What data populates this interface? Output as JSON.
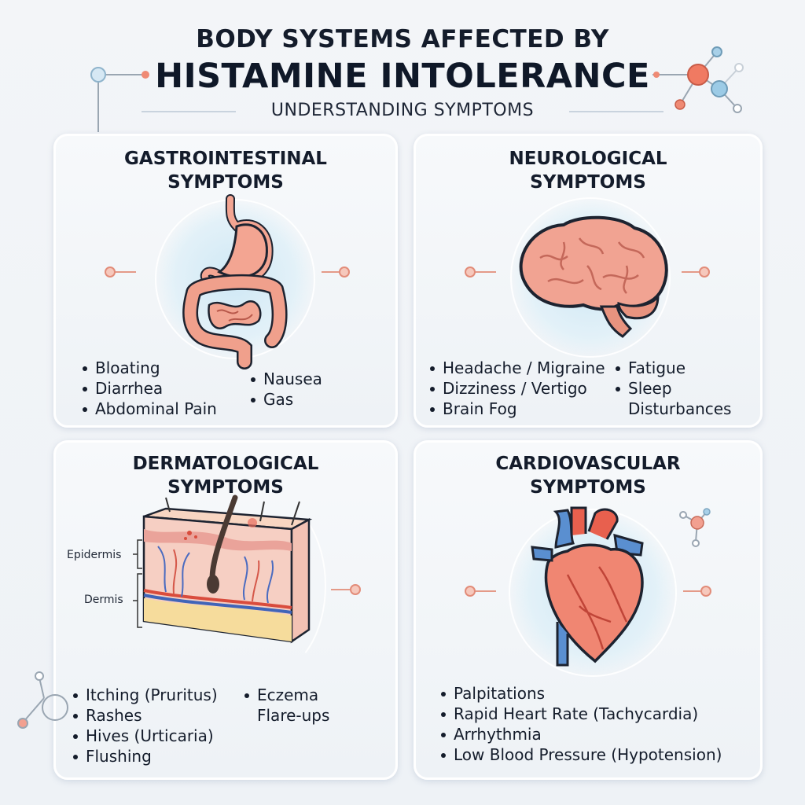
{
  "header": {
    "title_line1": "BODY SYSTEMS AFFECTED BY",
    "title_line2": "HISTAMINE INTOLERANCE",
    "subtitle": "UNDERSTANDING SYMPTOMS"
  },
  "cards": [
    {
      "title_line1": "GASTROINTESTINAL",
      "title_line2": "SYMPTOMS",
      "illustration": "stomach-intestines-icon",
      "symptoms_col1": [
        "Bloating",
        "Diarrhea",
        "Abdominal Pain"
      ],
      "symptoms_col2": [
        "Nausea",
        "Gas"
      ]
    },
    {
      "title_line1": "NEUROLOGICAL",
      "title_line2": "SYMPTOMS",
      "illustration": "brain-icon",
      "symptoms_col1": [
        "Headache / Migraine",
        "Dizziness / Vertigo",
        "Brain Fog"
      ],
      "symptoms_col2": [
        "Fatigue",
        "Sleep",
        "Disturbances"
      ]
    },
    {
      "title_line1": "DERMATOLOGICAL",
      "title_line2": "SYMPTOMS",
      "illustration": "skin-cross-section-icon",
      "labels": {
        "epidermis": "Epidermis",
        "dermis": "Dermis"
      },
      "symptoms_col1": [
        "Itching (Pruritus)",
        "Rashes",
        "Hives (Urticaria)",
        "Flushing"
      ],
      "symptoms_col2": [
        "Eczema",
        "Flare-ups"
      ]
    },
    {
      "title_line1": "CARDIOVASCULAR",
      "title_line2": "SYMPTOMS",
      "illustration": "heart-icon",
      "symptoms_col1": [
        "Palpitations",
        "Rapid Heart Rate (Tachycardia)",
        "Arrhythmia",
        "Low Blood Pressure (Hypotension)"
      ]
    }
  ],
  "colors": {
    "text": "#141c2b",
    "accent_coral": "#e28c79",
    "accent_blue": "#8fc3e0",
    "organ_pink": "#f2a290",
    "card_bg": "#f4f6f9"
  }
}
